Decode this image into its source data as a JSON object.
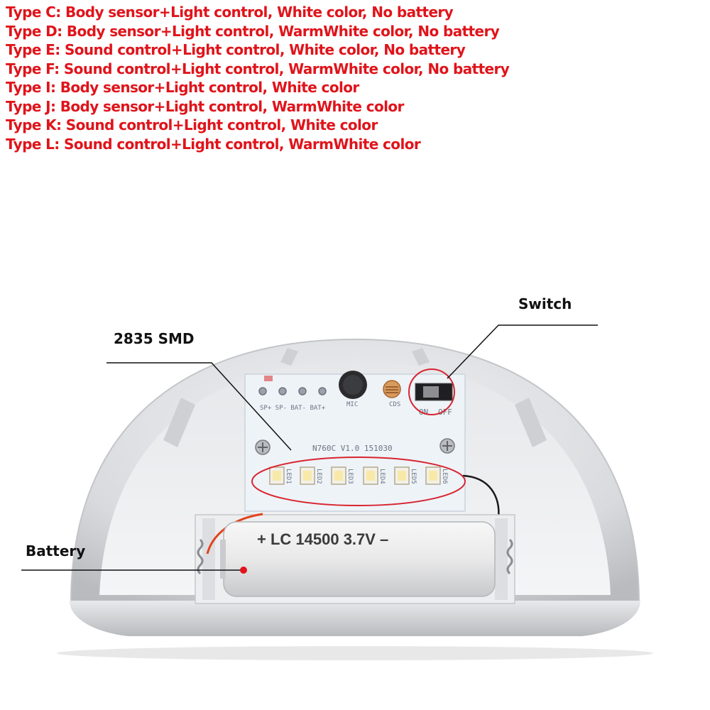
{
  "variants": [
    "Type C: Body sensor+Light control, White color, No battery",
    "Type D: Body sensor+Light control, WarmWhite color, No battery",
    "Type E: Sound control+Light control, White color, No battery",
    "Type F: Sound control+Light control, WarmWhite color, No battery",
    "Type I: Body sensor+Light control, White color",
    "Type J: Body sensor+Light control, WarmWhite color",
    "Type K: Sound control+Light control, White color",
    "Type L: Sound control+Light control, WarmWhite color"
  ],
  "callouts": {
    "smd": "2835 SMD",
    "switch": "Switch",
    "battery": "Battery"
  },
  "pcb": {
    "pads": "SP+  SP-  BAT-  BAT+",
    "mic": "MIC",
    "cds": "CDS",
    "switch_on": "ON",
    "switch_off": "OFF",
    "board_id": "N760C  V1.0  151030",
    "leds": [
      "LED1",
      "LED2",
      "LED3",
      "LED4",
      "LED5",
      "LED6"
    ]
  },
  "battery_label": "+  LC 14500  3.7V  –",
  "colors": {
    "variant_text": "#e0141b",
    "highlight_circle": "#d82530",
    "housing": "#dcdde0",
    "pcb": "#eef3f8"
  }
}
